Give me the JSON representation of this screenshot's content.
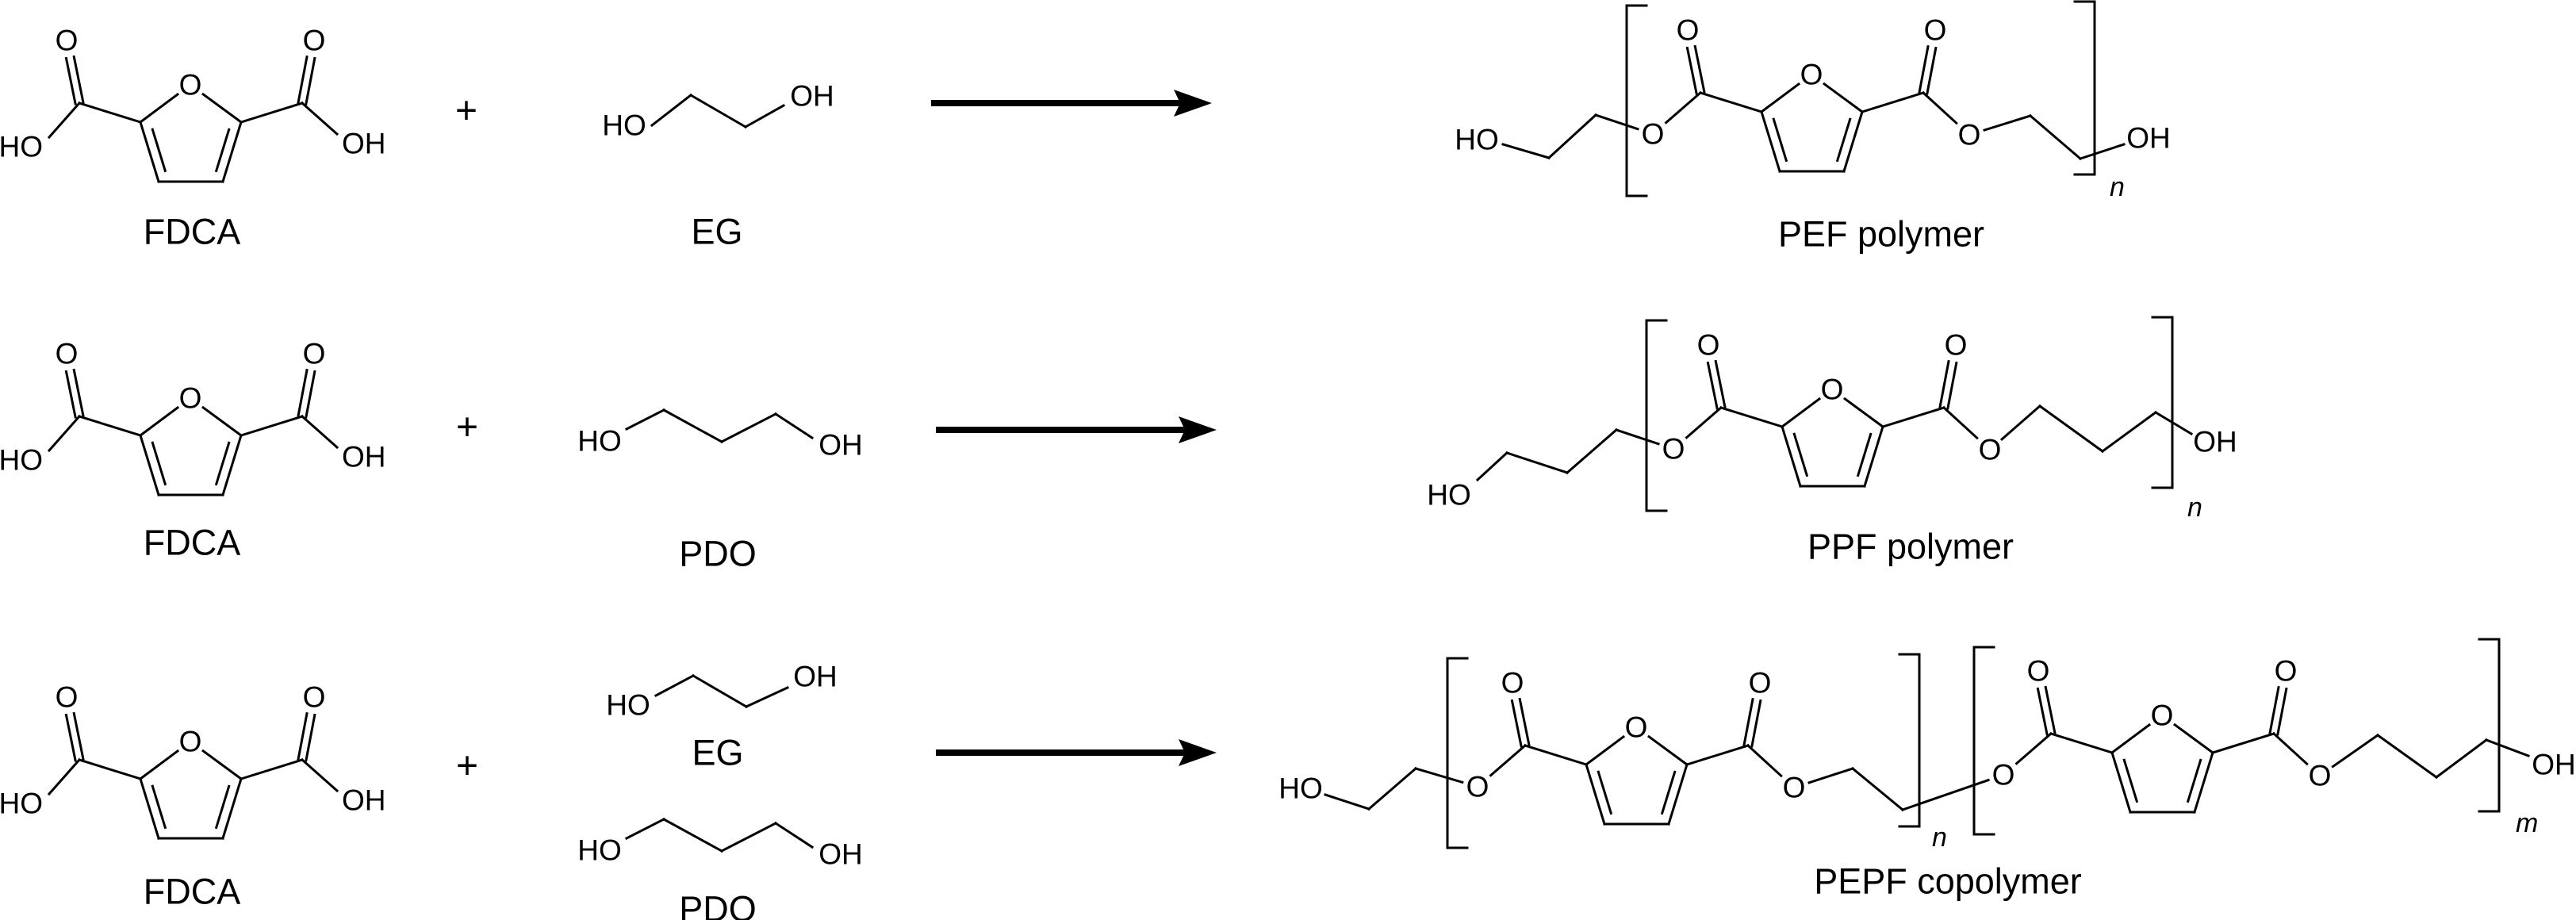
{
  "atoms": {
    "O": "O",
    "HO": "HO",
    "OH": "OH"
  },
  "operators": {
    "plus": "+"
  },
  "subscripts": {
    "n": "n",
    "m": "m"
  },
  "reactions": [
    {
      "reactant1": "FDCA",
      "reactant2": "EG",
      "product": "PEF polymer"
    },
    {
      "reactant1": "FDCA",
      "reactant2": "PDO",
      "product": "PPF polymer"
    },
    {
      "reactant1": "FDCA",
      "reactant2a": "EG",
      "reactant2b": "PDO",
      "product": "PEPF copolymer"
    }
  ]
}
